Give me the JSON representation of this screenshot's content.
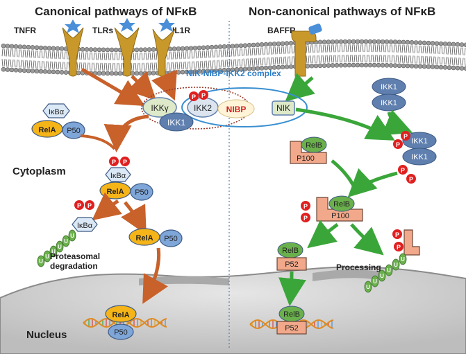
{
  "left_title": "Canonical pathways of NFκB",
  "right_title": "Non-canonical pathways of NFκB",
  "receptors": {
    "tnfr": "TNFR",
    "tlrs": "TLRs",
    "il1r": "IL1R",
    "baffr": "BAFFR"
  },
  "complex_label": "NIK-NIBP-IKK2 complex",
  "complex": {
    "ikkg": "IKKγ",
    "ikk2": "IKK2",
    "nibp": "NIBP",
    "nik": "NIK",
    "ikk1": "IKK1"
  },
  "phospho": "P",
  "ubiquitin": "U",
  "canonical": {
    "ikba": "IκBα",
    "rela": "RelA",
    "p50": "P50"
  },
  "noncanonical": {
    "ikk1": "IKK1",
    "relb": "RelB",
    "p100": "P100",
    "p52": "P52"
  },
  "labels": {
    "cytoplasm": "Cytoplasm",
    "nucleus": "Nucleus",
    "proteasomal_line1": "Proteasomal",
    "proteasomal_line2": "degradation",
    "processing": "Processing"
  },
  "colors": {
    "orange_arrow": "#c8612a",
    "green_arrow": "#3aa63a",
    "complex_ring": "#3a8fd0",
    "rela": "#f5b417",
    "p50": "#7fa6d8",
    "ikk": "#5f7fae",
    "relb": "#6ab04c",
    "p100": "#f2a88a",
    "phospho": "#e02020"
  }
}
